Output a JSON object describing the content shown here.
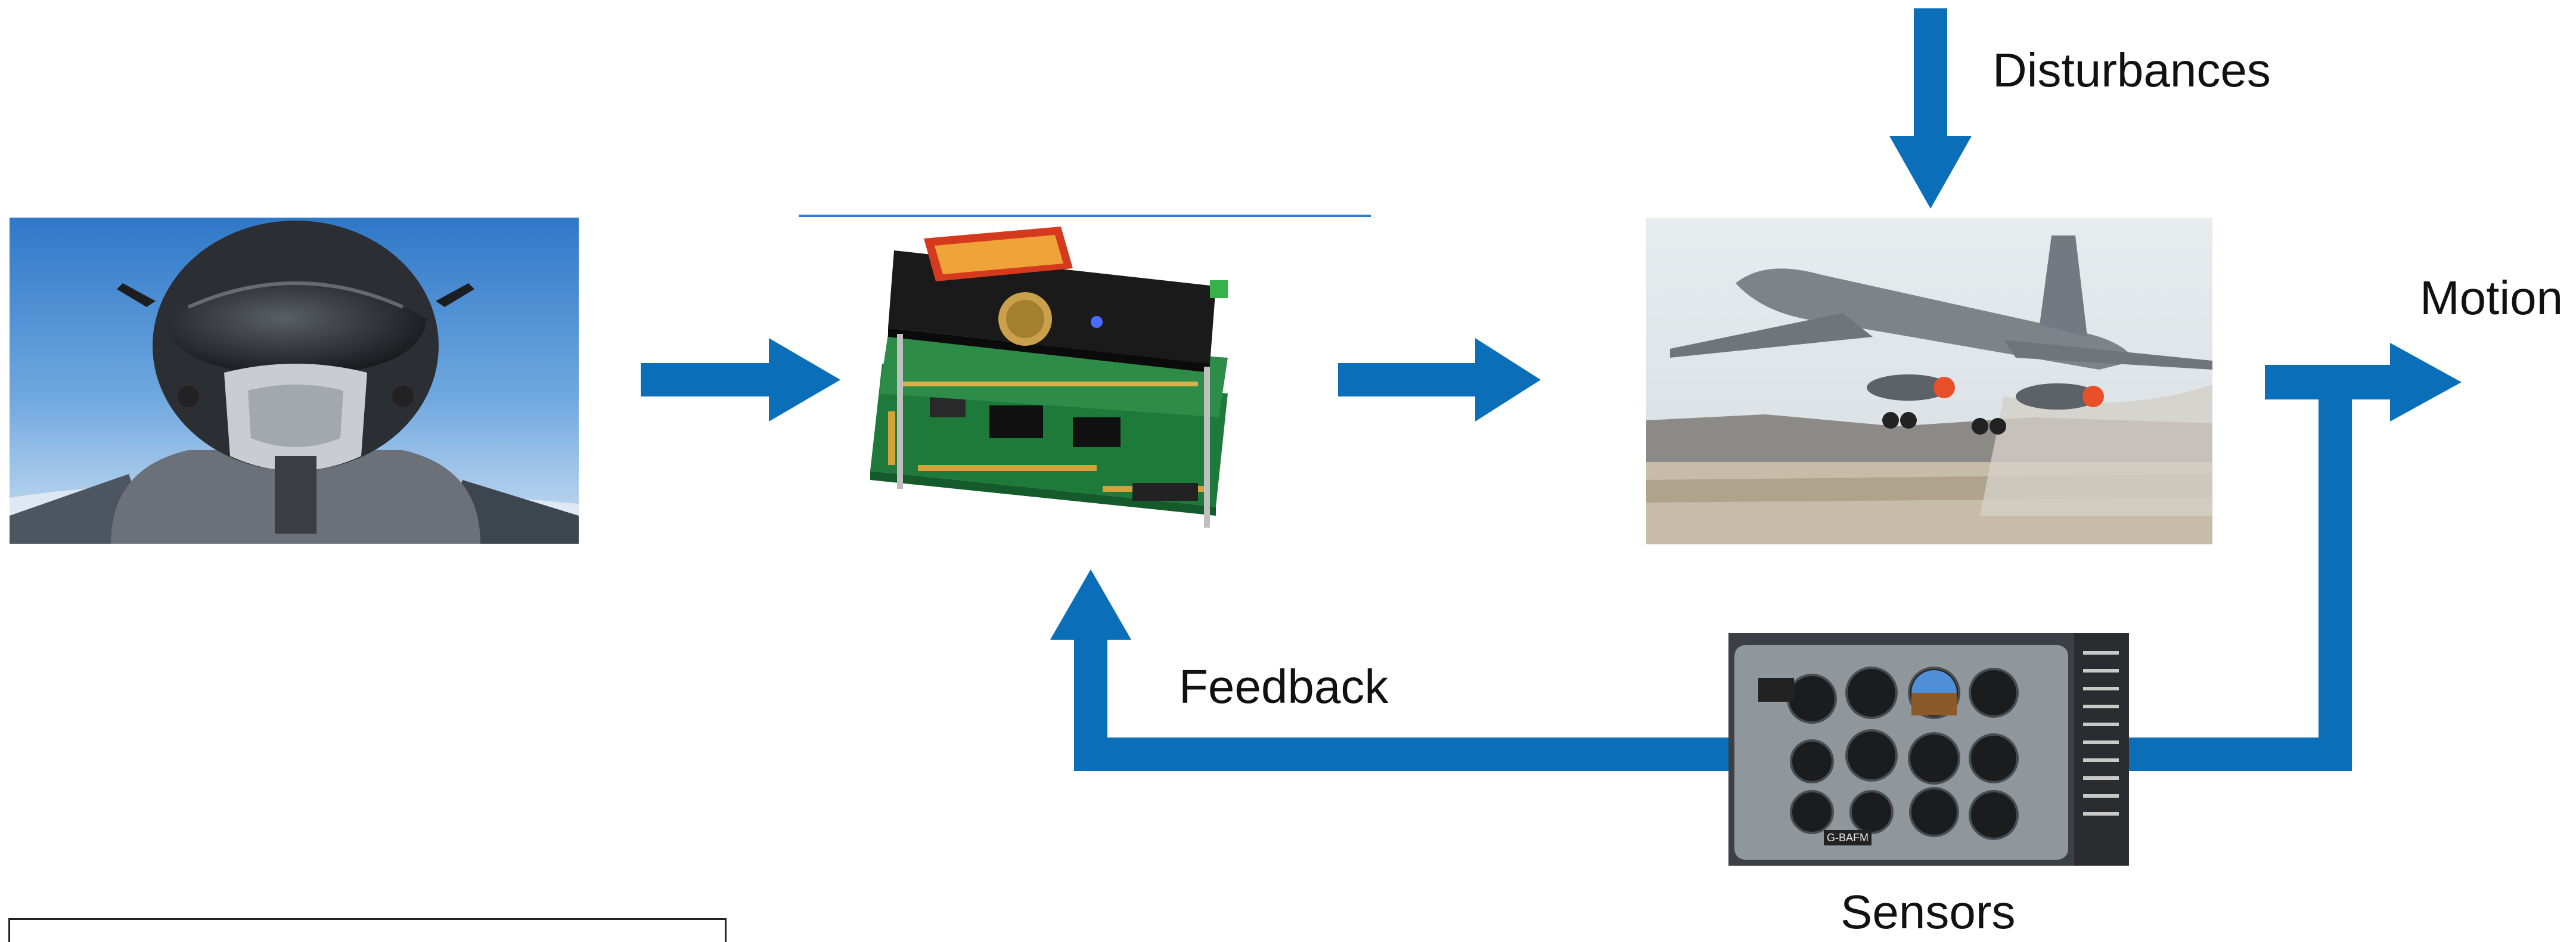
{
  "labels": {
    "disturbances": "Disturbances",
    "motion": "Motion",
    "feedback": "Feedback",
    "sensors": "Sensors"
  },
  "colors": {
    "arrow": "#0a6fb8",
    "text": "#111111",
    "background": "#ffffff"
  },
  "images": {
    "pilot": "pilot photo",
    "controller": "flight controller circuit boards",
    "aircraft": "bomber aircraft taking off",
    "sensors": "cockpit instrument panel"
  },
  "panel_text": {
    "tail_number": "G-BAFM"
  }
}
